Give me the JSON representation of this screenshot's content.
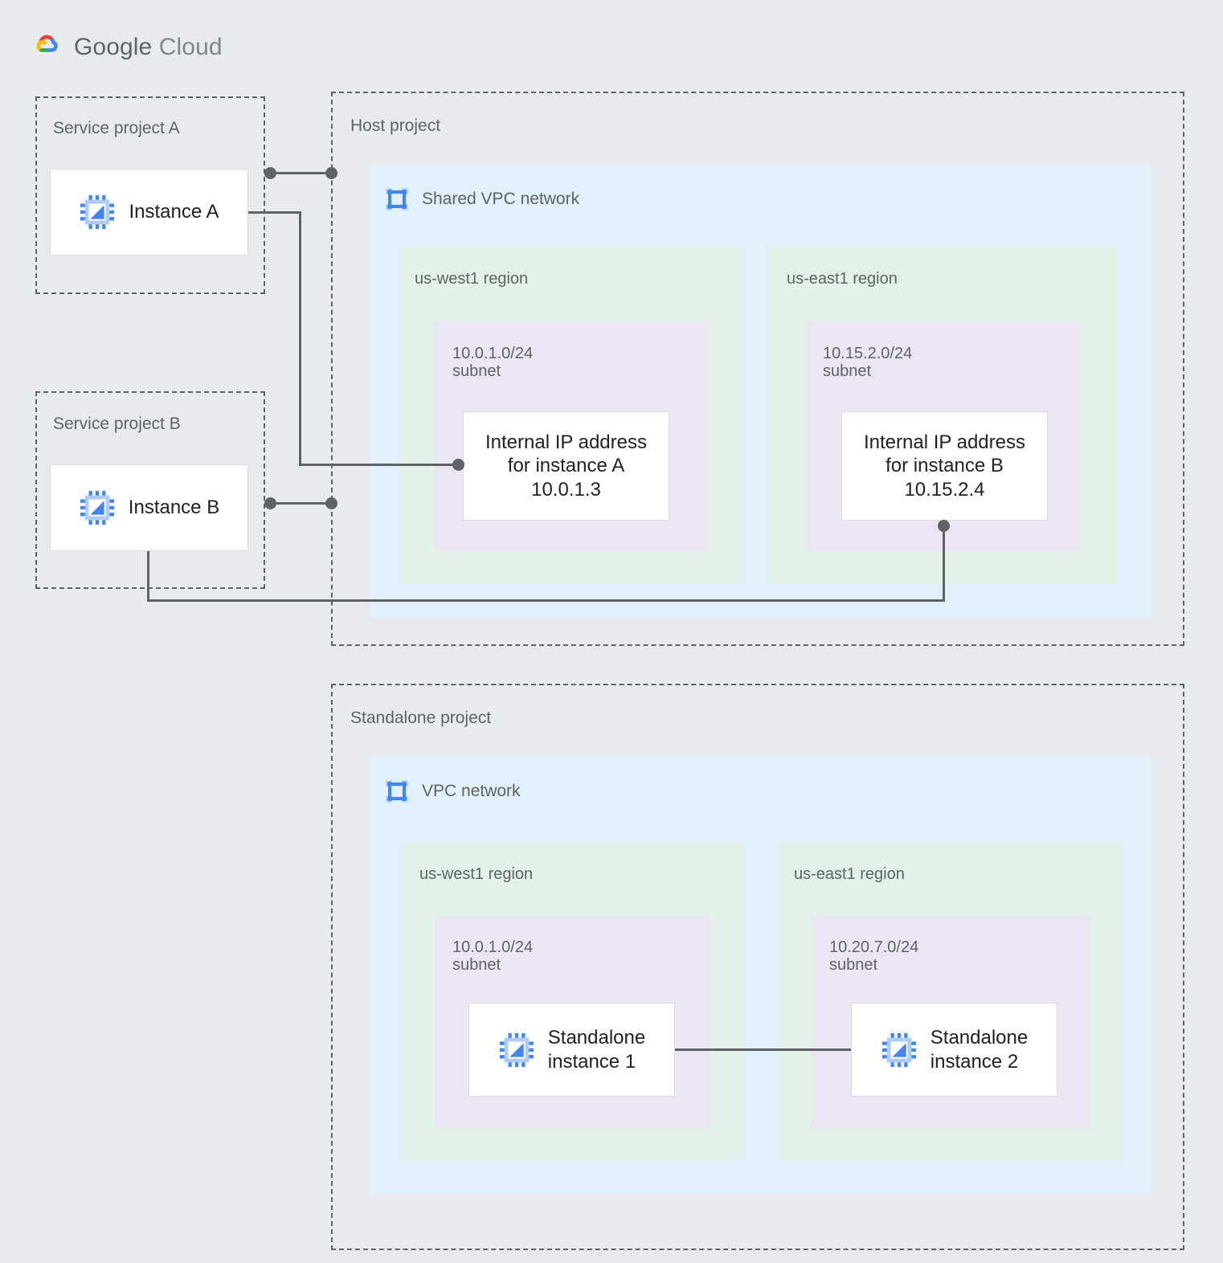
{
  "brand": {
    "name_bold": "Google",
    "name_light": "Cloud",
    "logo": "google-cloud-logo"
  },
  "projects": {
    "service_a": {
      "label": "Service project A"
    },
    "service_b": {
      "label": "Service project B"
    },
    "host": {
      "label": "Host project"
    },
    "standalone": {
      "label": "Standalone project"
    }
  },
  "networks": {
    "shared_vpc": {
      "title": "Shared VPC network",
      "icon": "vpc-network-icon"
    },
    "standalone_vpc": {
      "title": "VPC network",
      "icon": "vpc-network-icon"
    }
  },
  "instances": {
    "a": {
      "label": "Instance A",
      "icon": "cpu-instance-icon"
    },
    "b": {
      "label": "Instance B",
      "icon": "cpu-instance-icon"
    },
    "standalone_1": {
      "label": "Standalone\ninstance 1",
      "icon": "cpu-instance-icon"
    },
    "standalone_2": {
      "label": "Standalone\ninstance 2",
      "icon": "cpu-instance-icon"
    }
  },
  "host_regions": [
    {
      "name": "us-west1 region",
      "subnet": "10.0.1.0/24\nsubnet",
      "node": "Internal IP address\nfor instance A\n10.0.1.3"
    },
    {
      "name": "us-east1 region",
      "subnet": "10.15.2.0/24\nsubnet",
      "node": "Internal IP address\nfor instance B\n10.15.2.4"
    }
  ],
  "standalone_regions": [
    {
      "name": "us-west1 region",
      "subnet": "10.0.1.0/24\nsubnet"
    },
    {
      "name": "us-east1 region",
      "subnet": "10.20.7.0/24\nsubnet"
    }
  ],
  "colors": {
    "page_background": "#e8eaed",
    "vpc_fill": "#e1f1fc",
    "region_fill": "#e3f2e8",
    "subnet_fill": "#ece6f4",
    "node_fill": "#ffffff",
    "line": "#5f6368",
    "label_text": "#5f6368",
    "node_text": "#202124",
    "icon_blue": "#4285f4",
    "icon_blue_light": "#aecbfa"
  }
}
